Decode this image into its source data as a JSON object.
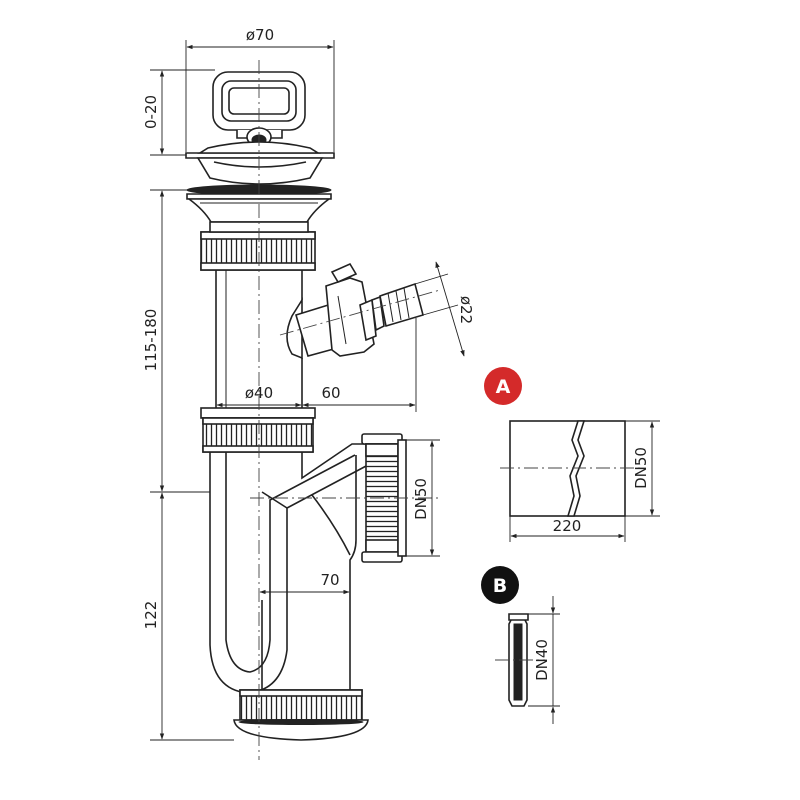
{
  "dimensions": {
    "strainer_diameter": "ø70",
    "strainer_height": "0-20",
    "inlet_height": "115-180",
    "pipe_diameter": "ø40",
    "tap_offset": "60",
    "tap_hose": "ø22",
    "outlet_size": "DN50",
    "outlet_offset": "70",
    "trap_depth": "122"
  },
  "detail_a": {
    "badge": "A",
    "badge_color": "#d42a2a",
    "length": "220",
    "size": "DN50"
  },
  "detail_b": {
    "badge": "B",
    "badge_color": "#111111",
    "size": "DN40"
  }
}
